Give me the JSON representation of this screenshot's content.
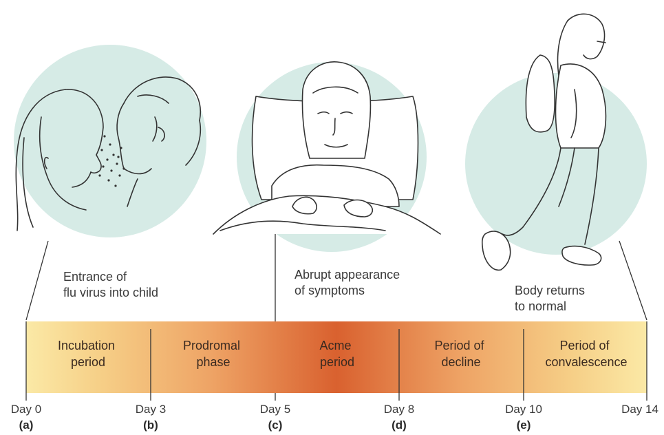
{
  "captions": {
    "a": [
      "Entrance of",
      "flu virus into child"
    ],
    "c": [
      "Abrupt appearance",
      "of symptoms"
    ],
    "e": [
      "Body returns",
      "to normal"
    ]
  },
  "phases": [
    {
      "line1": "Incubation",
      "line2": "period"
    },
    {
      "line1": "Prodromal",
      "line2": "phase"
    },
    {
      "line1": "Acme",
      "line2": "period"
    },
    {
      "line1": "Period of",
      "line2": "decline"
    },
    {
      "line1": "Period of",
      "line2": "convalescence"
    }
  ],
  "days": [
    "Day 0",
    "Day 3",
    "Day 5",
    "Day 8",
    "Day 10",
    "Day 14"
  ],
  "letters": [
    "(a)",
    "(b)",
    "(c)",
    "(d)",
    "(e)"
  ],
  "colors": {
    "bar_light": "#fbe9a6",
    "bar_mid": "#eea365",
    "bar_peak": "#d9612f",
    "circle": "#d6ebe6"
  }
}
